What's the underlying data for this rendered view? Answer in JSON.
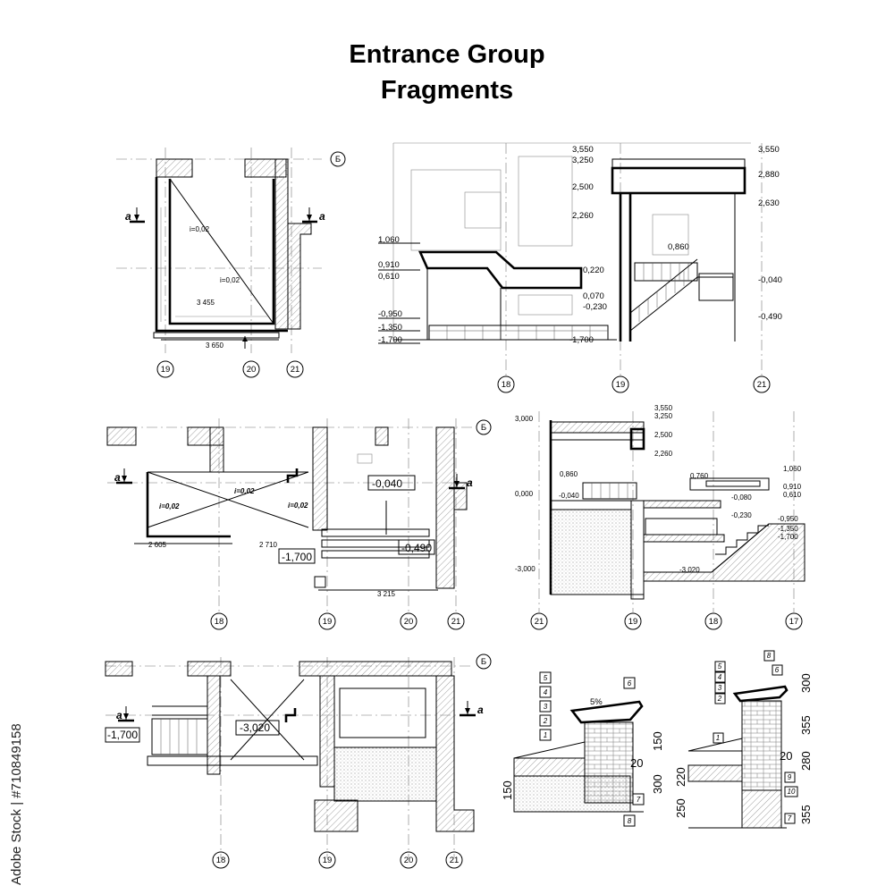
{
  "title": {
    "line1": "Entrance Group",
    "line2": "Fragments"
  },
  "stock": {
    "text": "Adobe Stock | #710849158"
  },
  "plan1": {
    "axes": [
      "19",
      "20",
      "21"
    ],
    "row_axis": "Б",
    "cut_mark": "a",
    "slopes": [
      "i=0,02",
      "i=0,02"
    ]
  },
  "elev1": {
    "axes": [
      "18",
      "19",
      "21"
    ],
    "levels_left": [
      "1,060",
      "0,910",
      "0,610",
      "-0,950",
      "-1,350",
      "-1,700"
    ],
    "levels_mid": [
      "3,550",
      "3,250",
      "2,500",
      "2,260",
      "0,220",
      "0,070",
      "-0,230",
      "-1,700",
      "0,860"
    ],
    "levels_right": [
      "3,550",
      "2,880",
      "2,630",
      "-0,040",
      "-0,490"
    ]
  },
  "plan2": {
    "axes": [
      "18",
      "19",
      "20",
      "21"
    ],
    "row_axis": "Б",
    "cut_mark": "a",
    "slopes": [
      "i=0,02",
      "i=0,02",
      "i=0,02"
    ],
    "levels": [
      "-0,040",
      "-0,490",
      "-1,700"
    ]
  },
  "sect2": {
    "axes": [
      "21",
      "19",
      "18",
      "17"
    ],
    "levels_left": [
      "3,000",
      "0,000",
      "-3,000"
    ],
    "levels_top": [
      "3,550",
      "3,250",
      "2,500",
      "2,260"
    ],
    "levels_mid": [
      "0,860",
      "-0,040",
      "0,760",
      "-0,080",
      "-0,230",
      "-3,020"
    ],
    "levels_right": [
      "1,060",
      "0,910",
      "0,610",
      "-0,950",
      "-1,350",
      "-1,700"
    ]
  },
  "plan3": {
    "axes": [
      "18",
      "19",
      "20",
      "21"
    ],
    "row_axis": "Б",
    "cut_mark": "a",
    "levels": [
      "-1,700",
      "-3,020"
    ]
  },
  "detail1": {
    "layers": [
      "5",
      "4",
      "3",
      "2",
      "1",
      "6",
      "7",
      "8"
    ],
    "slope": "5%",
    "dims": [
      "150",
      "20",
      "300",
      "150"
    ]
  },
  "detail2": {
    "layers": [
      "8",
      "6",
      "5",
      "4",
      "3",
      "2",
      "1",
      "9",
      "10",
      "7"
    ],
    "dims": [
      "300",
      "355",
      "280",
      "20",
      "220",
      "250",
      "355"
    ]
  }
}
